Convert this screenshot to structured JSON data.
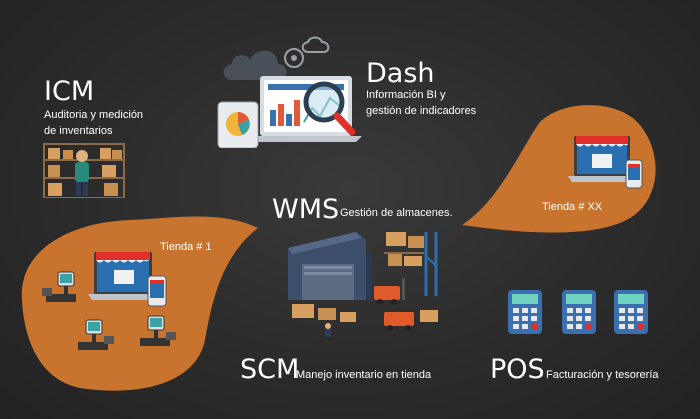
{
  "icm": {
    "title": "ICM",
    "desc_line1": "Auditoria  y medición",
    "desc_line2": "de inventarios"
  },
  "dash": {
    "title": "Dash",
    "desc_line1": "Información BI y",
    "desc_line2": "gestión de indicadores"
  },
  "wms": {
    "title": "WMS",
    "desc": "Gestión de almacenes."
  },
  "scm": {
    "title": "SCM",
    "desc": "Manejo inventario en tienda"
  },
  "pos": {
    "title": "POS",
    "desc": "Facturación y tesorería"
  },
  "store_left": {
    "label": "Tienda # 1"
  },
  "store_right": {
    "label": "Tienda # XX"
  },
  "colors": {
    "background": "#2b2a2a",
    "bubble": "#c8742f",
    "awning_red": "#e0302a",
    "screen_blue": "#2a6fb0",
    "terminal_teal": "#3aa1a5"
  }
}
